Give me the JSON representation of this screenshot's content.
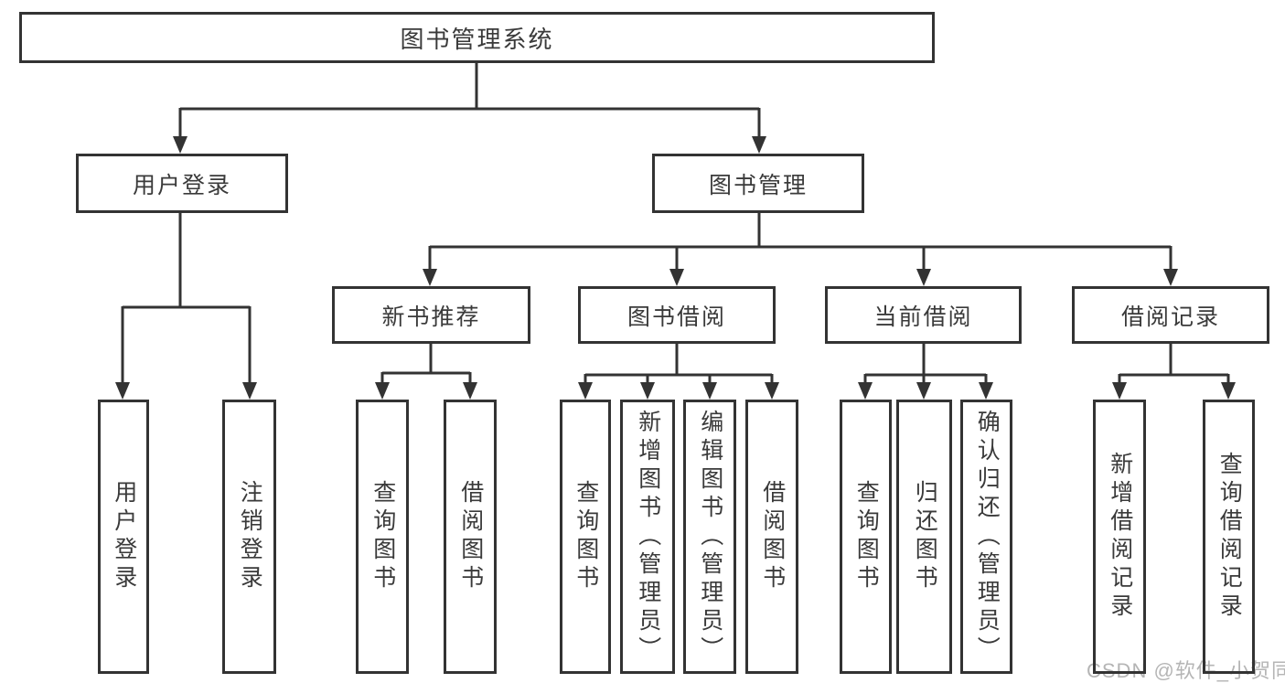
{
  "diagram_title": "图书管理系统",
  "colors": {
    "line": "#333333",
    "border": "#333333",
    "text": "#3a3a3a",
    "background": "#ffffff",
    "watermark": "#b5b5b5"
  },
  "tree": {
    "label": "图书管理系统",
    "children": [
      {
        "label": "用户登录",
        "children": [
          {
            "label": "用户登录"
          },
          {
            "label": "注销登录"
          }
        ]
      },
      {
        "label": "图书管理",
        "children": [
          {
            "label": "新书推荐",
            "children": [
              {
                "label": "查询图书"
              },
              {
                "label": "借阅图书"
              }
            ]
          },
          {
            "label": "图书借阅",
            "children": [
              {
                "label": "查询图书"
              },
              {
                "label": "新增图书（管理员）"
              },
              {
                "label": "编辑图书（管理员）"
              },
              {
                "label": "借阅图书"
              }
            ]
          },
          {
            "label": "当前借阅",
            "children": [
              {
                "label": "查询图书"
              },
              {
                "label": "归还图书"
              },
              {
                "label": "确认归还（管理员）"
              }
            ]
          },
          {
            "label": "借阅记录",
            "children": [
              {
                "label": "新增借阅记录"
              },
              {
                "label": "查询借阅记录"
              }
            ]
          }
        ]
      }
    ]
  },
  "watermark": {
    "text": "CSDN @软件_小贺同学"
  }
}
